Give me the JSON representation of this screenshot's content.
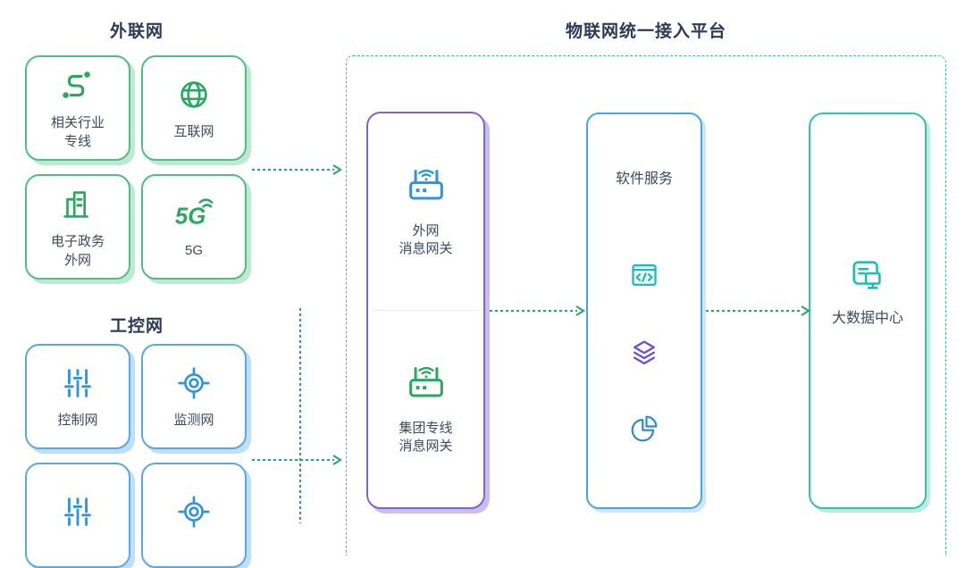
{
  "colors": {
    "green_icon": "#2aa85f",
    "green_border": "#4fbe82",
    "green_shadow": "#bfe9d2",
    "blue_icon": "#2f93e0",
    "blue_border": "#5ba7e6",
    "blue_shadow": "#bedff7",
    "purple_border": "#7e63d2",
    "purple_shadow": "#cabdf0",
    "sky_border": "#46a6e5",
    "teal_border": "#2ec4ad",
    "teal_icon": "#14bfae",
    "cyan_icon": "#18bfc0",
    "purple_icon": "#6b4fd8",
    "pie_blue": "#2e86d8",
    "arrow_green": "#2fa273",
    "container_dash": "#44bd96",
    "heading_text": "#2c3a55",
    "label_text": "#3d4a5e"
  },
  "headers": {
    "extranet": "外联网",
    "industrial": "工控网",
    "platform": "物联网统一接入平台"
  },
  "extranet_group": {
    "boxes": [
      {
        "label": "相关行业\n专线",
        "icon": "route-icon"
      },
      {
        "label": "互联网",
        "icon": "globe-icon"
      },
      {
        "label": "电子政务\n外网",
        "icon": "government-building-icon"
      },
      {
        "label": "5G",
        "icon": "5g-icon"
      }
    ]
  },
  "industrial_group": {
    "boxes": [
      {
        "label": "控制网",
        "icon": "sliders-icon"
      },
      {
        "label": "监测网",
        "icon": "target-icon"
      },
      {
        "label": "",
        "icon": "sliders-icon"
      },
      {
        "label": "",
        "icon": "target-icon"
      }
    ]
  },
  "platform": {
    "gateway": {
      "sections": [
        {
          "label": "外网\n消息网关",
          "icon": "router-icon-blue"
        },
        {
          "label": "集团专线\n消息网关",
          "icon": "router-icon-green"
        }
      ]
    },
    "software": {
      "title": "软件服务",
      "icons": [
        "code-window-icon",
        "layers-icon",
        "pie-chart-icon"
      ]
    },
    "datacenter": {
      "label": "大数据中心",
      "icon": "data-center-icon"
    }
  }
}
